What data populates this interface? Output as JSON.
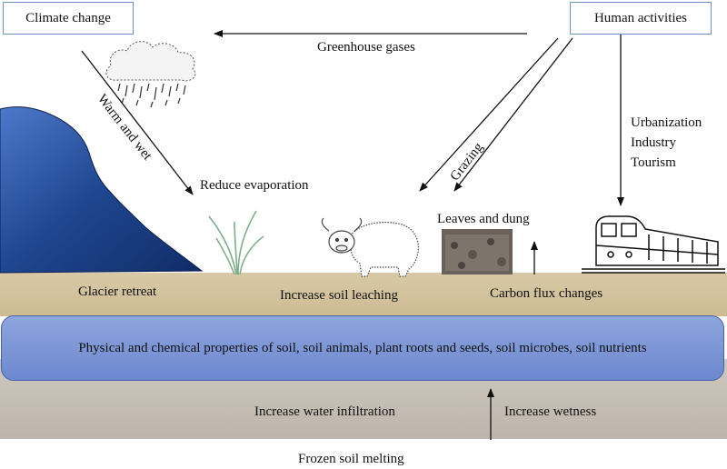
{
  "boxes": {
    "climate_change": "Climate change",
    "human_activities": "Human activities"
  },
  "arrows": {
    "greenhouse_gases": "Greenhouse gases",
    "warm_and_wet": "Warm and wet",
    "grazing": "Grazing"
  },
  "labels": {
    "reduce_evaporation": "Reduce evaporation",
    "leaves_and_dung": "Leaves and dung",
    "urbanization": "Urbanization",
    "industry": "Industry",
    "tourism": "Tourism",
    "glacier_retreat": "Glacier retreat",
    "increase_soil_leaching": "Increase soil  leaching",
    "carbon_flux_changes": "Carbon flux changes",
    "soil_properties": "Physical and chemical properties of soil, soil animals, plant roots and seeds, soil microbes, soil nutrients",
    "increase_water_infiltration": "Increase water infiltration",
    "increase_wetness": "Increase wetness",
    "frozen_soil_melting": "Frozen soil melting"
  },
  "colors": {
    "glacier": "#2a4f9a",
    "soil_band": "#7c93d6",
    "box_border": "#6f8fbf"
  },
  "icons": [
    "rain-cloud-icon",
    "glacier-icon",
    "grass-icon",
    "yak-icon",
    "dung-icon",
    "train-icon"
  ]
}
